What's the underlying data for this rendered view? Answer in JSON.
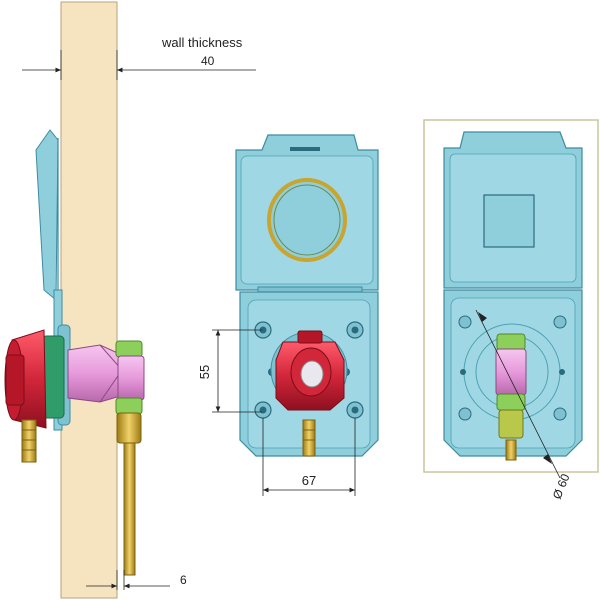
{
  "labels": {
    "wall_thickness": "wall thickness",
    "wall_value": "40",
    "dim_height": "55",
    "dim_width": "67",
    "dim_pipe": "6",
    "dim_diameter": "Ø 60"
  },
  "colors": {
    "wall": "#f6e4c0",
    "box_fill": "#8fcfdc",
    "box_stroke": "#3c8ca0",
    "regulator_red": "#d2263a",
    "pink_connector": "#e79adb",
    "green_nut": "#8ccf5a",
    "brass": "#c9a42e",
    "frame": "#c9c79a"
  }
}
